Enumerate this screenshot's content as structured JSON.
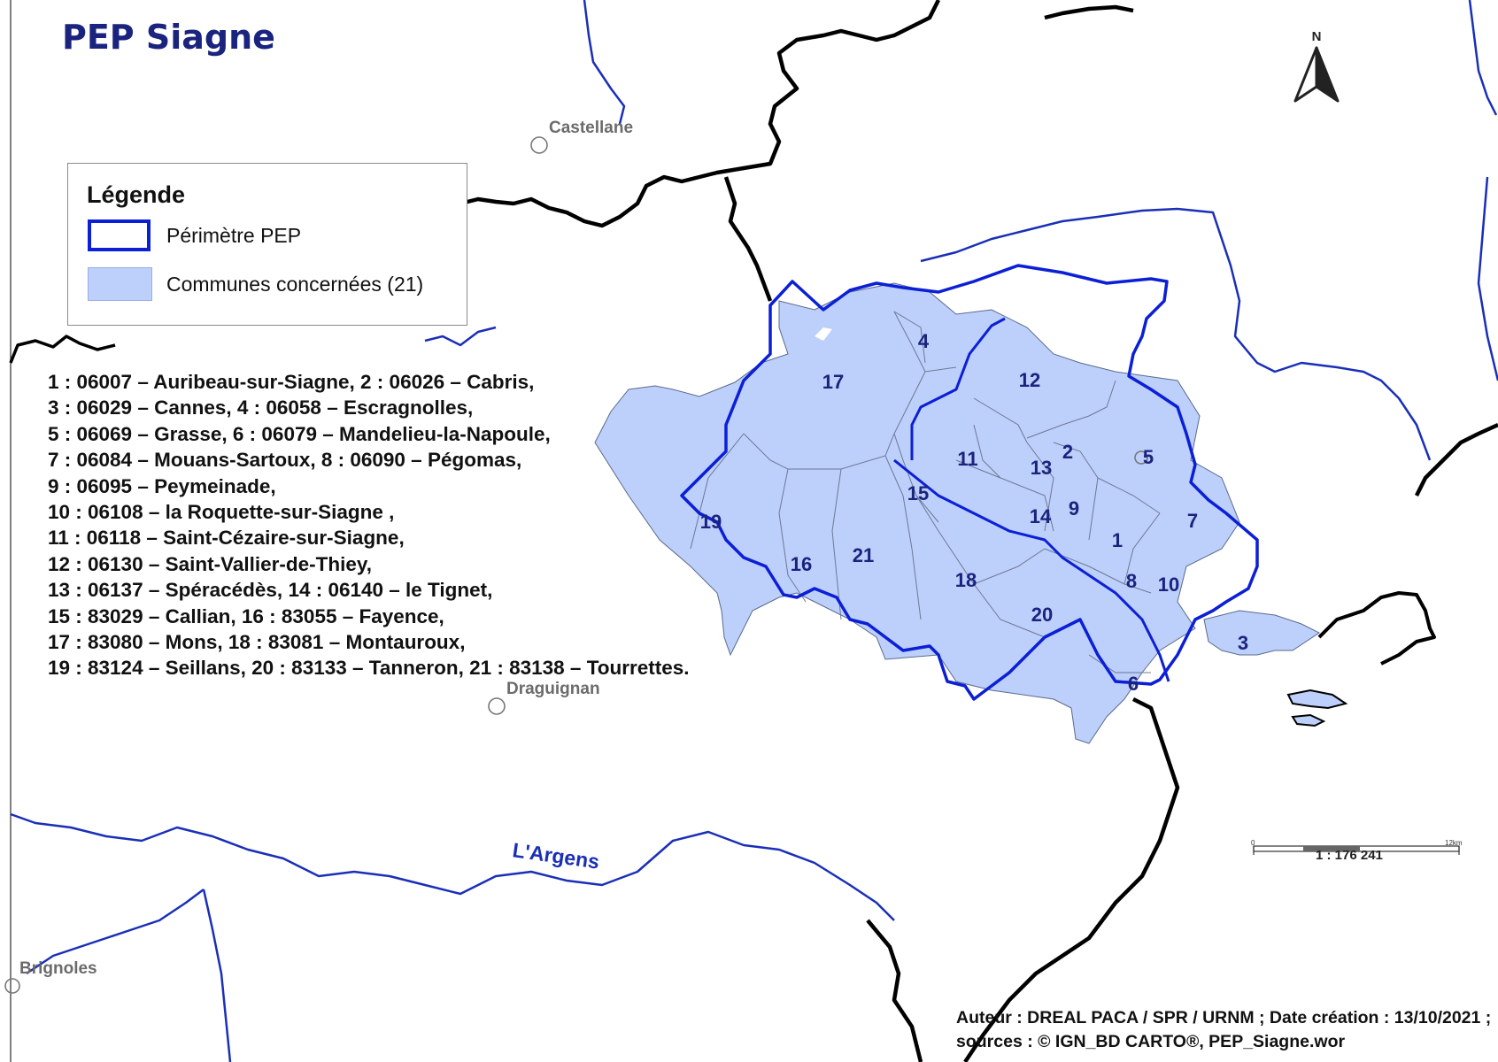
{
  "title": "PEP Siagne",
  "legend": {
    "title": "Légende",
    "items": [
      {
        "label": "Périmètre PEP",
        "stroke": "#0b1fd6"
      },
      {
        "label": "Communes concernées (21)",
        "fill": "#bdcffb"
      }
    ]
  },
  "commune_list": [
    "1 : 06007 – Auribeau-sur-Siagne, 2 : 06026 – Cabris,",
    "3 : 06029 – Cannes, 4 : 06058 – Escragnolles,",
    "5 : 06069 – Grasse, 6 : 06079 – Mandelieu-la-Napoule,",
    "7 : 06084 – Mouans-Sartoux, 8 : 06090 – Pégomas,",
    "9 : 06095 – Peymeinade,",
    "10 : 06108 – la Roquette-sur-Siagne ,",
    "11 : 06118 – Saint-Cézaire-sur-Siagne,",
    "12 : 06130 – Saint-Vallier-de-Thiey,",
    "13 : 06137 – Spéracédès, 14 : 06140 – le Tignet,",
    "15 : 83029 – Callian, 16 : 83055 – Fayence,",
    "17 : 83080 – Mons, 18 : 83081 – Montauroux,",
    "19 : 83124 – Seillans, 20 : 83133 – Tanneron, 21 : 83138 – Tourrettes."
  ],
  "commune_numbers": [
    "1",
    "2",
    "3",
    "4",
    "5",
    "6",
    "7",
    "8",
    "9",
    "10",
    "11",
    "12",
    "13",
    "14",
    "15",
    "16",
    "17",
    "18",
    "19",
    "20",
    "21"
  ],
  "towns": [
    "Castellane",
    "Draguignan",
    "Brignoles"
  ],
  "river": "L'Argens",
  "north": "N",
  "scale": {
    "label": "1 :  176 241",
    "start": "0",
    "end": "12km"
  },
  "credits": [
    "Auteur : DREAL PACA / SPR / URNM ; Date création : 13/10/2021 ;",
    "sources : © IGN_BD CARTO®, PEP_Siagne.wor"
  ],
  "colors": {
    "title": "#1a237e",
    "perimeter": "#0b1fd6",
    "communes": "#bdcffb",
    "rivers": "#1a2fb8",
    "boundaries": "#000000",
    "labels": "#1a237e"
  }
}
